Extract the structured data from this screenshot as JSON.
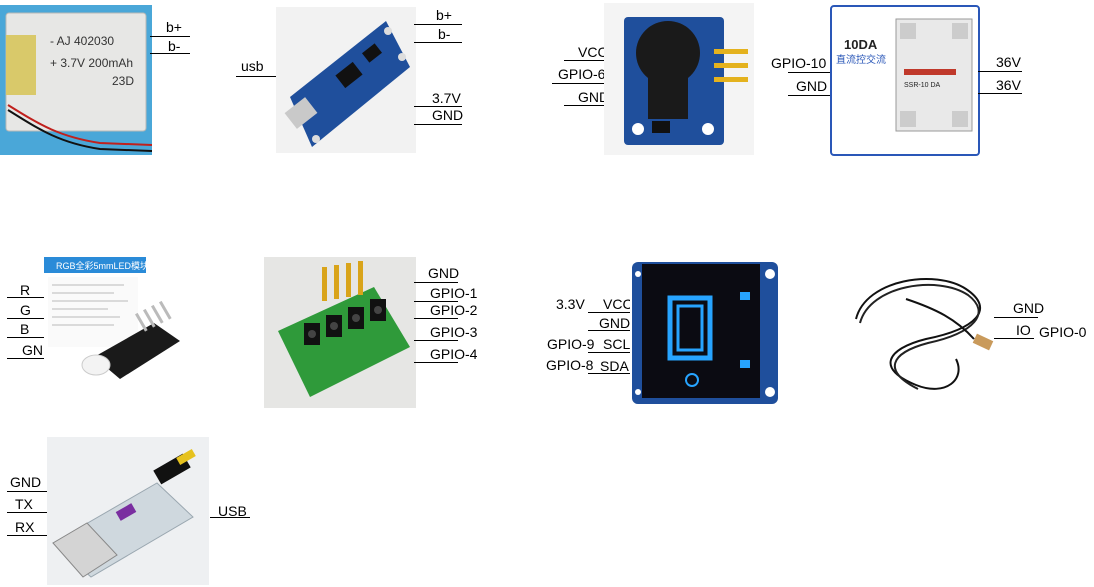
{
  "battery": {
    "labels": [
      "b+",
      "b-"
    ],
    "print": {
      "line1": "- AJ   402030",
      "line2": "+ 3.7V   200mAh",
      "line3": "23D"
    }
  },
  "charger": {
    "labels": {
      "usb": "usb",
      "bplus": "b+",
      "bminus": "b-",
      "v37": "3.7V",
      "gnd": "GND"
    }
  },
  "buzzer": {
    "labels": [
      "VCC",
      "GPIO-6",
      "GND"
    ]
  },
  "ssr": {
    "labels": {
      "gpio": "GPIO-10",
      "gnd": "GND",
      "v1": "36V",
      "v2": "36V"
    },
    "print": {
      "title": "10DA",
      "subtitle": "直流控交流",
      "model": "SSR-10 DA"
    }
  },
  "rgb_led": {
    "labels": [
      "R",
      "G",
      "B",
      "GND"
    ],
    "print": {
      "header": "RGB全彩5mmLED模块"
    }
  },
  "buttons": {
    "labels": [
      "GND",
      "GPIO-1",
      "GPIO-2",
      "GPIO-3",
      "GPIO-4"
    ]
  },
  "oled": {
    "labels": {
      "v33": "3.3V",
      "vcc": "VCC",
      "gnd": "GND",
      "gpio9": "GPIO-9",
      "scl": "SCL",
      "gpio8": "GPIO-8",
      "sda": "SDA"
    }
  },
  "temp_probe": {
    "labels": {
      "gnd": "GND",
      "io": "IO",
      "gpio0": "GPIO-0"
    }
  },
  "usb_ttl": {
    "labels": {
      "gnd": "GND",
      "tx": "TX",
      "rx": "RX",
      "usb": "USB"
    }
  },
  "colors": {
    "board_blue": "#1f4f9c",
    "board_green": "#2f9a3a",
    "oled_text": "#27a4ff",
    "ssr_frame": "#2a57b8"
  }
}
